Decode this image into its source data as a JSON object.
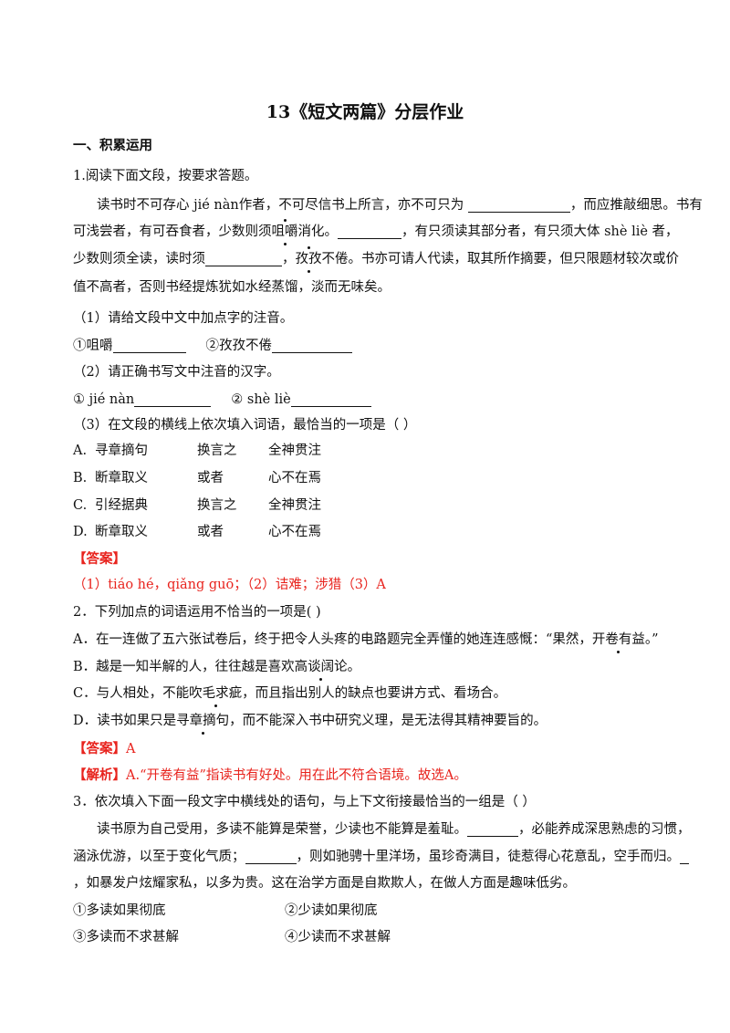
{
  "title": "13《短文两篇》分层作业",
  "section1": "一、积累运用",
  "q1": {
    "stem": "1.阅读下面文段，按要求答题。",
    "p1a": "读书时不可存心 jié nàn作者，不可尽信书上所言，亦不可只为 ",
    "p1b": "，而应推敲细思。书有",
    "p2a": "可浅尝者，有可吞食者，少数则须",
    "p2dot": "咀嚼",
    "p2b": "消化。",
    "p2c": "，有只须读其部分者，有只须大体 shè  liè 者，",
    "p3a": "少数则须全读，读时须",
    "p3dot": "孜孜",
    "p3b": "不倦。书亦可请人代读，取其所作摘要，但只限题材较次或价",
    "p4": "值不高者，否则书经提炼犹如水经蒸馏，淡而无味矣。",
    "sub1": "（1）请给文段中文中加点字的注音。",
    "sub1a": "①咀嚼",
    "sub1b": "②孜孜不倦",
    "sub2": "（2）请正确书写文中注音的汉字。",
    "sub2a": "① jié nàn",
    "sub2b": "② shè  liè",
    "sub3": "（3）在文段的横线上依次填入词语，最恰当的一项是（      ）",
    "options": [
      {
        "letter": "A.",
        "w1": "寻章摘句",
        "w2": "换言之",
        "w3": "全神贯注"
      },
      {
        "letter": "B.",
        "w1": "断章取义",
        "w2": "或者",
        "w3": "心不在焉"
      },
      {
        "letter": "C.",
        "w1": "引经据典",
        "w2": "换言之",
        "w3": "全神贯注"
      },
      {
        "letter": "D.",
        "w1": "断章取义",
        "w2": "或者",
        "w3": "心不在焉"
      }
    ],
    "answer_label": "【答案】",
    "answer": "（1）tiáo hé，qiǎng guō；（2）诘难；涉猎（3）A"
  },
  "q2": {
    "stem": "2．下列加点的词语运用不恰当的一项是(        )",
    "A_a": "A．在一连做了五六张试卷后，终于把令人头疼的电路题完全弄懂的她连连感慨：“果然，",
    "A_dot": "开卷有益",
    "A_b": "。”",
    "B_a": "B．越是一知半解的人，往往越是喜欢",
    "B_dot": "高谈阔论",
    "B_b": "。",
    "C_a": "C．与人相处，不能",
    "C_dot": "吹毛求疵",
    "C_b": "，而且指出别人的缺点也要讲方式、看场合。",
    "D_a": "D．读书如果只是",
    "D_dot": "寻章摘句",
    "D_b": "，而不能深入书中研究义理，是无法得其精神要旨的。",
    "answer_label": "【答案】",
    "answer": "A",
    "analysis_label": "【解析】",
    "analysis": "A.“开卷有益”指读书有好处。用在此不符合语境。故选A。"
  },
  "q3": {
    "stem": "3．依次填入下面一段文字中横线处的语句，与上下文衔接最恰当的一组是（        ）",
    "p1a": "读书原为自己受用，多读不能算是荣誉，少读也不能算是羞耻。",
    "p1b": "，必能养成深思熟虑的习惯，",
    "p2a": "涵泳优游，以至于变化气质；",
    "p2b": "，则如驰骋十里洋场，虽珍奇满目，徒惹得心花意乱，空手而归。",
    "p3": "，如暴发户炫耀家私，以多为贵。这在治学方面是自欺欺人，在做人方面是趣味低劣。",
    "opts": [
      "①多读如果彻底",
      "②少读如果彻底",
      "③多读而不求甚解",
      "④少读而不求甚解"
    ]
  }
}
